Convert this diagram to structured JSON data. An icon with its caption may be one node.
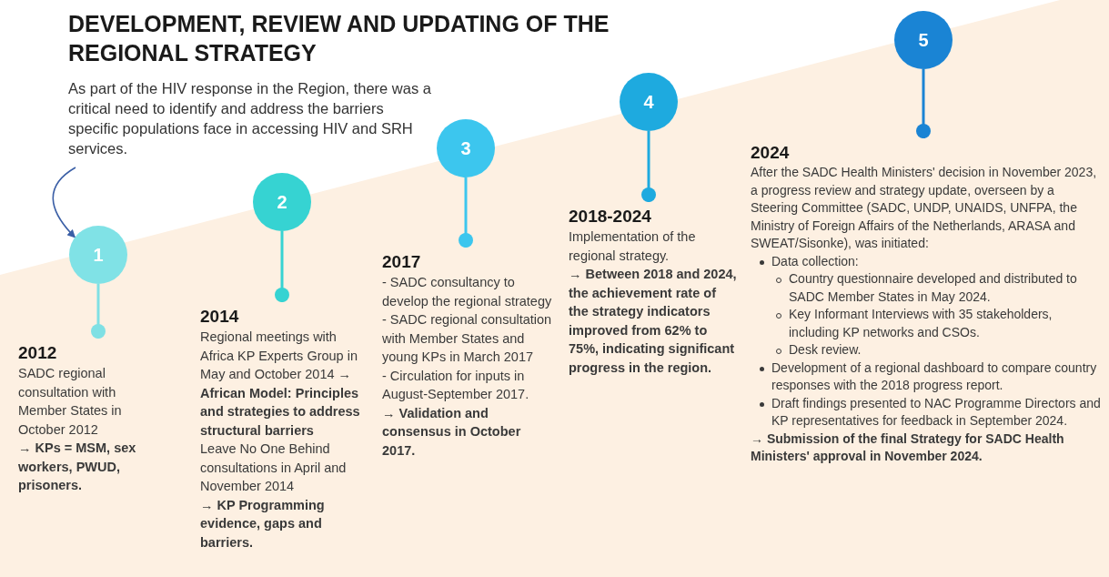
{
  "diagram": {
    "title": "DEVELOPMENT, REVIEW AND UPDATING OF THE REGIONAL STRATEGY",
    "nodes": [
      {
        "text": [
          "As part of the HIV response in the Region, there was a critical need to identify and address the barriers specific populations face in accessing HIV and SRH services."
        ]
      },
      {
        "text": [
          "1"
        ]
      },
      {
        "text": [
          "2012",
          "SADC regional consultation with Member States in October 2012",
          "→ **KPs = MSM, sex workers, PWUD, prisoners.**"
        ]
      },
      {
        "text": [
          "2"
        ]
      },
      {
        "text": [
          "2014",
          "Regional meetings with Africa KP Experts Group in May and October 2014 → **African Model: Principles and strategies to address structural barriers**",
          "Leave No One Behind consultations in April and November 2014",
          "→ **KP Programming evidence, gaps and barriers.**"
        ]
      },
      {
        "text": [
          "3"
        ]
      },
      {
        "text": [
          "2017",
          "- SADC consultancy to develop the regional strategy",
          "- SADC regional consultation with Member States and young KPs in March 2017",
          "- Circulation for inputs in August-September 2017.",
          "→ **Validation and consensus in October 2017.**"
        ]
      },
      {
        "text": [
          "4"
        ]
      },
      {
        "text": [
          "2018-2024",
          "Implementation of the regional strategy.",
          "→ **Between 2018 and 2024, the achievement rate of the strategy indicators improved from 62% to 75%, indicating significant progress in the region.**"
        ]
      },
      {
        "text": [
          "5"
        ]
      },
      {
        "text": [
          "2024",
          "After the SADC Health Ministers' decision in November 2023, a progress review and strategy update, overseen by a Steering Committee (SADC, UNDP, UNAIDS, UNFPA, the Ministry of Foreign Affairs of the Netherlands, ARASA and SWEAT/Sisonke), was initiated:",
          "Data collection:",
          "Country questionnaire developed and distributed to SADC Member States in May 2024.",
          "Key Informant Interviews with 35 stakeholders, including KP networks and CSOs.",
          "Desk review.",
          "Development of a regional dashboard to compare country responses with the 2018 progress report.",
          "Draft findings presented to NAC Programme Directors and KP representatives for feedback in September 2024.",
          "→ **Submission of the final Strategy for SADC Health Ministers' approval in November 2024.**"
        ]
      }
    ],
    "edges": [
      {
        "from": 0,
        "to": 1,
        "arrow": "to",
        "color": "#3b5fa6"
      },
      {
        "from": 1,
        "to": 2,
        "arrow": "other",
        "color": "#7fe0e4"
      },
      {
        "from": 3,
        "to": 4,
        "arrow": "other",
        "color": "#36d3d2"
      },
      {
        "from": 5,
        "to": 6,
        "arrow": "other",
        "color": "#3cc6ee"
      },
      {
        "from": 7,
        "to": 8,
        "arrow": "other",
        "color": "#1eaadf"
      },
      {
        "from": 9,
        "to": 10,
        "arrow": "other",
        "color": "#1a84d4"
      }
    ]
  }
}
